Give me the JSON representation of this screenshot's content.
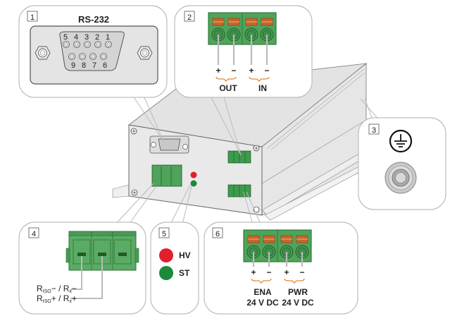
{
  "panels": [
    {
      "number": "1",
      "title": "RS-232",
      "pins_top": [
        "5",
        "4",
        "3",
        "2",
        "1"
      ],
      "pins_bottom": [
        "9",
        "8",
        "7",
        "6"
      ]
    },
    {
      "number": "2",
      "polarity": [
        "+",
        "−",
        "+",
        "−"
      ],
      "groups": [
        "OUT",
        "IN"
      ]
    },
    {
      "number": "3",
      "symbol": "protective-earth"
    },
    {
      "number": "4",
      "labels": [
        "R_ISO− / Rx−",
        "R_ISO+ / Rx+"
      ],
      "label1": {
        "main": "R",
        "sub": "ISO",
        "rest": "− / R",
        "sub2": "x",
        "end": "−"
      },
      "label2": {
        "main": "R",
        "sub": "ISO",
        "rest": "+ / R",
        "sub2": "x",
        "end": "+"
      }
    },
    {
      "number": "5",
      "leds": [
        {
          "label": "HV",
          "color": "#e0202a"
        },
        {
          "label": "ST",
          "color": "#1a8a3c"
        }
      ]
    },
    {
      "number": "6",
      "polarity": [
        "+",
        "−",
        "+",
        "−"
      ],
      "groups": [
        "ENA",
        "PWR"
      ],
      "sublabels": [
        "24 V DC",
        "24 V DC"
      ]
    }
  ],
  "colors": {
    "terminal_green": "#4fa35a",
    "terminal_dark": "#2f7a3a",
    "spring_orange": "#c8652a",
    "brace_orange": "#e08a3a",
    "led_red": "#e0202a",
    "led_green": "#1a8a3c",
    "panel_border": "#bdbdbd",
    "device_face": "#e9e9e9"
  }
}
